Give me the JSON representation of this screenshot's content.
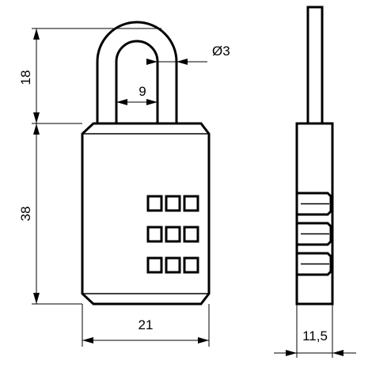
{
  "dimensions": {
    "shackle_height": "18",
    "body_height": "38",
    "shackle_inner_width": "9",
    "shackle_diameter": "Ø3",
    "body_width": "21",
    "body_thickness": "11,5"
  },
  "lock": {
    "dial_rows": 3,
    "dials_per_row": 3
  },
  "colors": {
    "line": "#000000",
    "background": "#ffffff"
  }
}
